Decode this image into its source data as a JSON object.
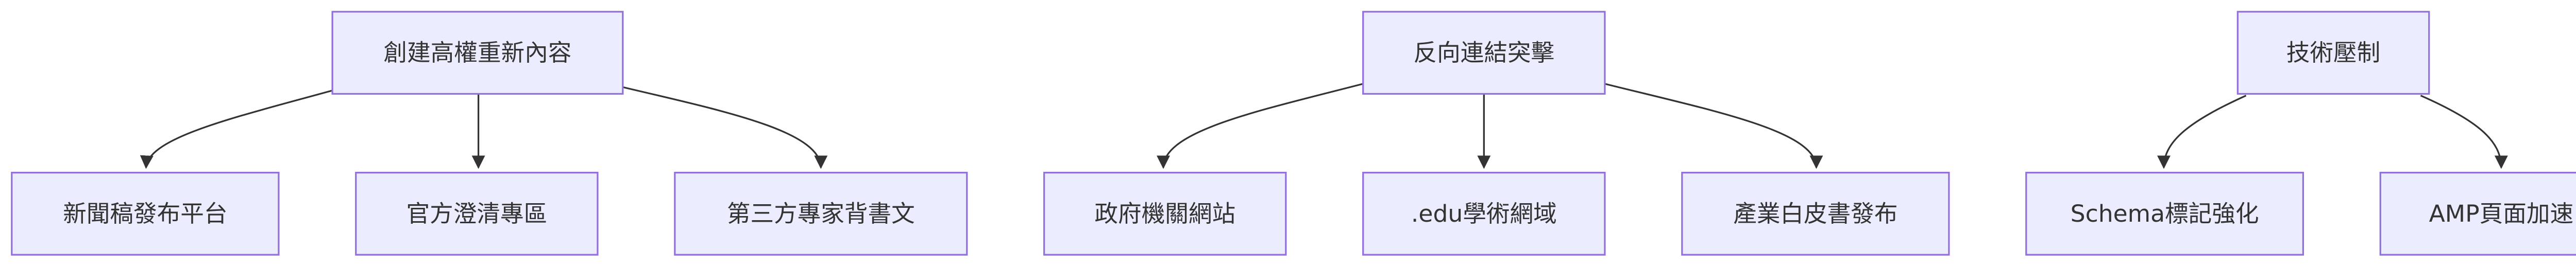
{
  "diagram": {
    "type": "flowchart-top-down",
    "groups": [
      {
        "id": "g1",
        "root": {
          "id": "n-create",
          "label": "創建高權重新內容"
        },
        "children": [
          {
            "id": "n-press",
            "label": "新聞稿發布平台"
          },
          {
            "id": "n-clarify",
            "label": "官方澄清專區"
          },
          {
            "id": "n-expert",
            "label": "第三方專家背書文"
          }
        ]
      },
      {
        "id": "g2",
        "root": {
          "id": "n-backlink",
          "label": "反向連結突擊"
        },
        "children": [
          {
            "id": "n-gov",
            "label": "政府機關網站"
          },
          {
            "id": "n-edu",
            "label": ".edu學術網域"
          },
          {
            "id": "n-whitepaper",
            "label": "產業白皮書發布"
          }
        ]
      },
      {
        "id": "g3",
        "root": {
          "id": "n-tech",
          "label": "技術壓制"
        },
        "children": [
          {
            "id": "n-schema",
            "label": "Schema標記強化"
          },
          {
            "id": "n-amp",
            "label": "AMP頁面加速"
          }
        ]
      }
    ],
    "colors": {
      "node_fill": "#ECECFF",
      "node_border": "#9370DB",
      "text": "#333333",
      "edge": "#333333"
    }
  }
}
